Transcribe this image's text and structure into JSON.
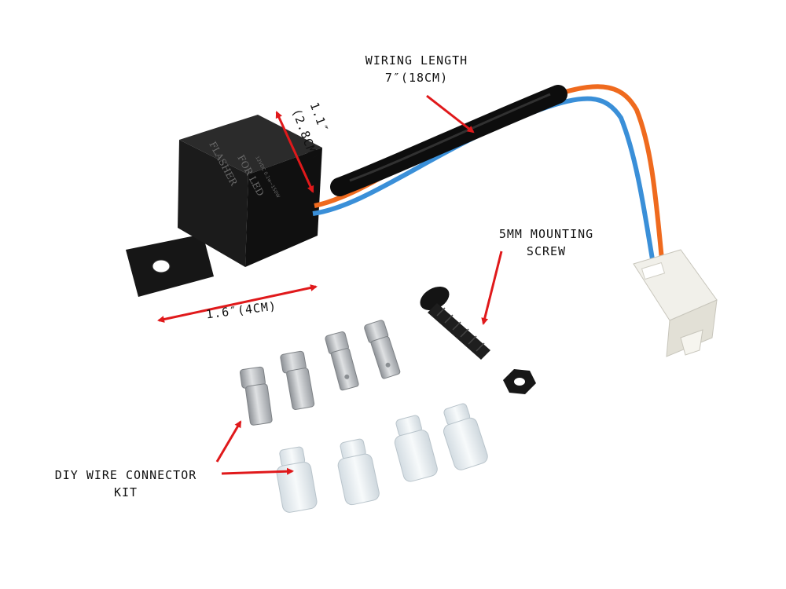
{
  "annotations": {
    "wiring_length": {
      "line1": "WIRING LENGTH",
      "line2": "7″(18CM)"
    },
    "mounting_screw": {
      "line1": "5MM MOUNTING",
      "line2": "SCREW"
    },
    "connector_kit": {
      "line1": "DIY WIRE CONNECTOR",
      "line2": "KIT"
    },
    "width": {
      "text": "1.6″(4CM)"
    },
    "height": {
      "line1": "1.1″",
      "line2": "(2.8CM)"
    }
  },
  "flasher_print": {
    "line1": "FLASHER",
    "line2": "FOR LED",
    "line3": "12VDC 0.1w~150W"
  },
  "colors": {
    "background": "#ffffff",
    "arrow": "#e0191b",
    "relay_body": "#1c1c1c",
    "wire_blue": "#3a8fd8",
    "wire_orange": "#ef6a1e",
    "heat_shrink": "#0d0d0d",
    "connector_white": "#f1f0ea",
    "terminal_metal": "#b9bcc0",
    "insulator_clear": "#e7eef2"
  }
}
